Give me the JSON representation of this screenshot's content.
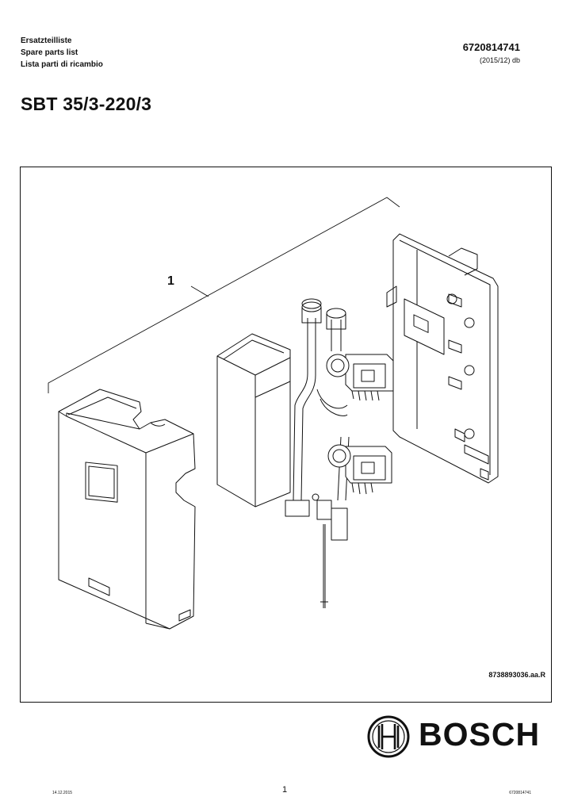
{
  "header": {
    "doc_titles": [
      "Ersatzteilliste",
      "Spare parts list",
      "Lista parti di ricambio"
    ],
    "document_number": "6720814741",
    "edition": "(2015/12) db"
  },
  "product": {
    "model": "SBT 35/3-220/3"
  },
  "figure": {
    "callout": "1",
    "reference": "8738893036.aa.R"
  },
  "brand": {
    "name": "BOSCH",
    "logo_icon": "bosch-armature-icon"
  },
  "footer": {
    "date": "14.12.2015",
    "page": "1",
    "document_number": "6720814741"
  }
}
